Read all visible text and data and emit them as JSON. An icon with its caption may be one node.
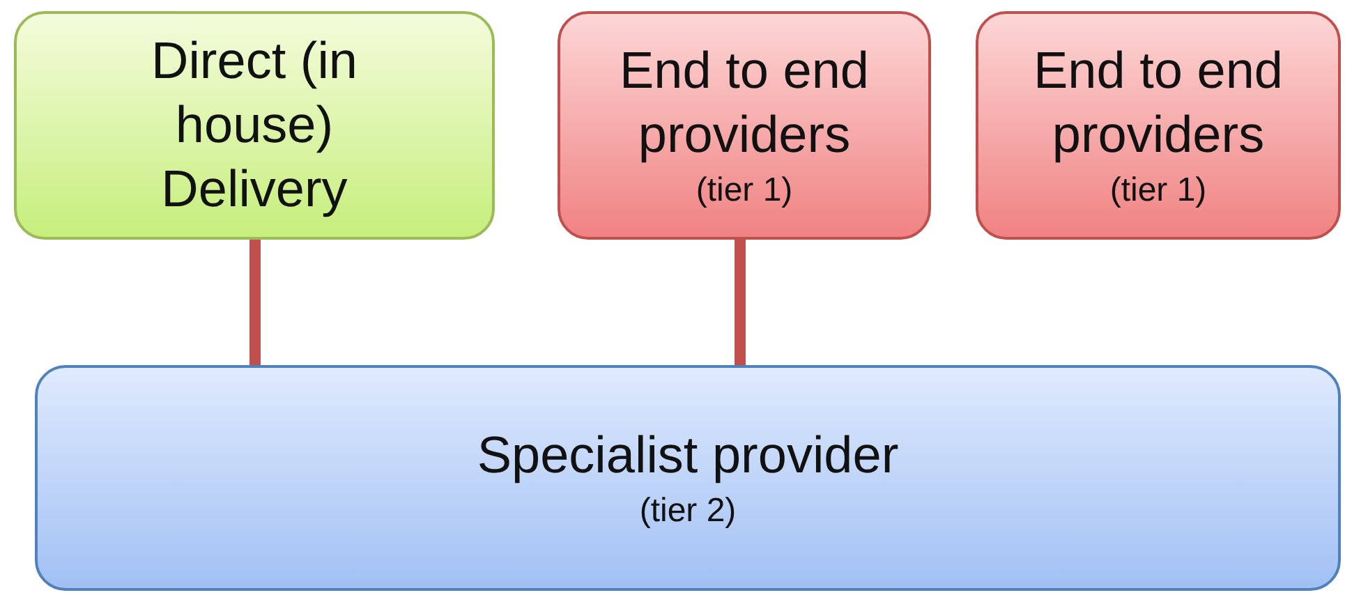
{
  "diagram": {
    "nodes": [
      {
        "text": [
          "Direct (in house) Delivery"
        ]
      },
      {
        "text": [
          "End to end providers",
          "(tier 1)"
        ]
      },
      {
        "text": [
          "End to end providers",
          "(tier 1)"
        ]
      },
      {
        "text": [
          "Specialist provider",
          "(tier 2)"
        ]
      }
    ],
    "edges": [
      {
        "from": 0,
        "to": 3,
        "arrow": "none"
      },
      {
        "from": 1,
        "to": 3,
        "arrow": "none"
      }
    ]
  }
}
